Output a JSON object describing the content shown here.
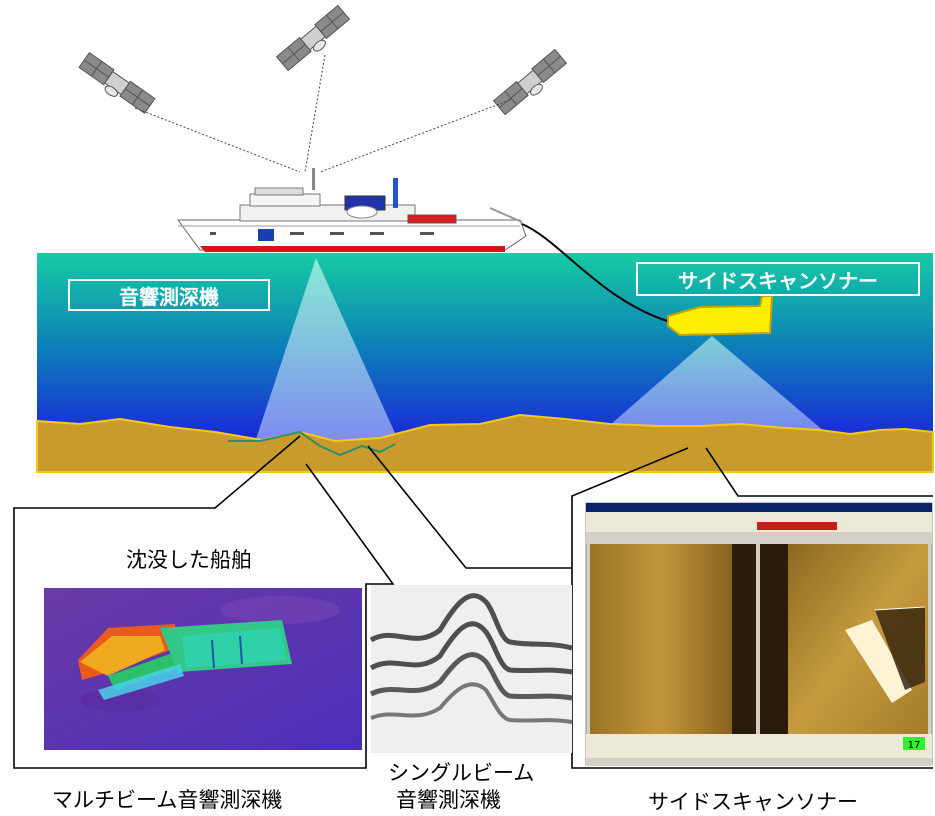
{
  "labels": {
    "echo_sounder": "音響測深機",
    "side_scan_sonar_top": "サイドスキャンソナー",
    "sunken_ship": "沈没した船舶",
    "multibeam": "マルチビーム音響測深機",
    "singlebeam_line1": "シングルビーム",
    "singlebeam_line2": "音響測深機",
    "side_scan_sonar_bottom": "サイドスキャンソナー"
  },
  "colors": {
    "sea_top": "#16c8a2",
    "sea_bottom": "#1b2fd8",
    "seabed": "#c89a2a",
    "seabed_line": "#f1c61c",
    "towfish": "#ffee00",
    "beam": "#bfe3ff",
    "sonar_amber": "#b88a2c"
  },
  "sonar_status_value": "17"
}
